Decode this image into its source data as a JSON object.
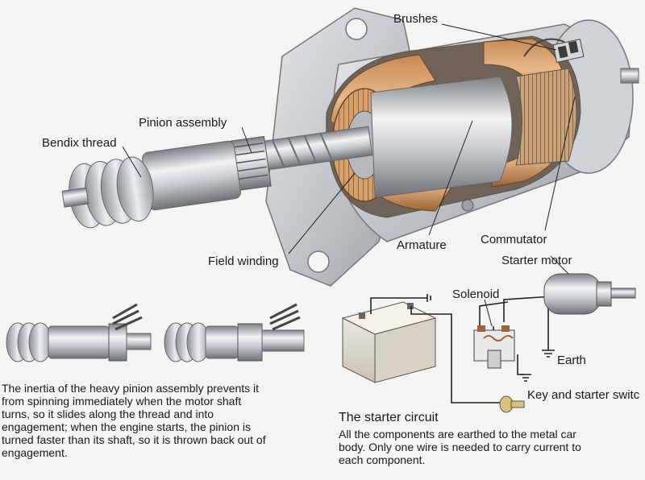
{
  "labels": {
    "brushes": "Brushes",
    "pinion_assembly": "Pinion assembly",
    "bendix_thread": "Bendix thread",
    "field_winding": "Field winding",
    "armature": "Armature",
    "commutator": "Commutator",
    "starter_motor": "Starter motor",
    "solenoid": "Solenoid",
    "earth": "Earth",
    "key_switch": "Key and starter switc"
  },
  "inertia_text": [
    "The inertia of the heavy pinion assembly prevents it",
    "from spinning immediately when the motor shaft",
    "turns, so it slides along the thread and into",
    "engagement; when the engine starts, the pinion is",
    "turned faster than its shaft, so it is thrown back out of",
    "engagement."
  ],
  "circuit": {
    "title": "The starter circuit",
    "description": [
      "All the components are earthed to the metal car",
      "body. Only one wire is needed to carry current to",
      "each component."
    ]
  }
}
